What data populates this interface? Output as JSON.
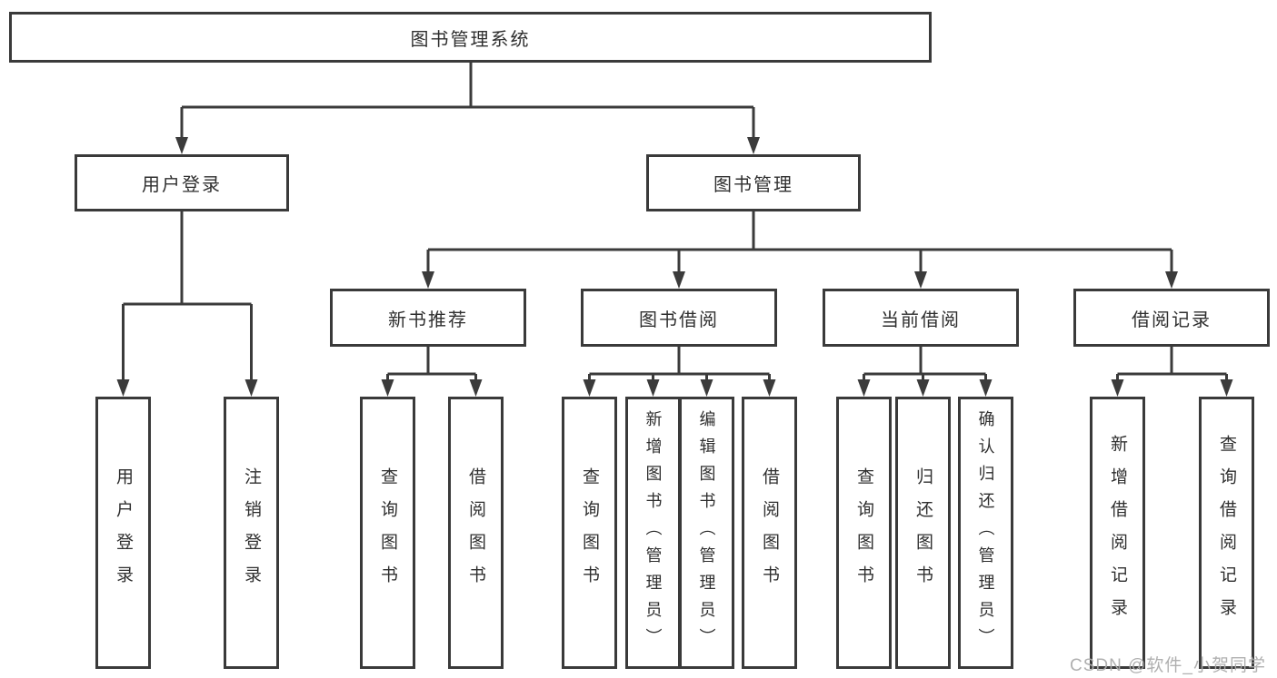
{
  "tree": {
    "root": {
      "label": "图书管理系统"
    },
    "user_login": {
      "label": "用户登录",
      "children": [
        "用户登录",
        "注销登录"
      ]
    },
    "book_management": {
      "label": "图书管理",
      "sections": [
        {
          "label": "新书推荐",
          "children": [
            "查询图书",
            "借阅图书"
          ]
        },
        {
          "label": "图书借阅",
          "children": [
            "查询图书",
            "新增图书（管理员）",
            "编辑图书（管理员）",
            "借阅图书"
          ]
        },
        {
          "label": "当前借阅",
          "children": [
            "查询图书",
            "归还图书",
            "确认归还（管理员）"
          ]
        },
        {
          "label": "借阅记录",
          "children": [
            "新增借阅记录",
            "查询借阅记录"
          ]
        }
      ]
    }
  },
  "watermark": {
    "text": "CSDN @软件_小贺同学"
  },
  "colors": {
    "line": "#3b3b3b",
    "box_border": "#3a3a3a",
    "text": "#2f2f2f",
    "background": "#ffffff",
    "watermark": "#acacac"
  }
}
